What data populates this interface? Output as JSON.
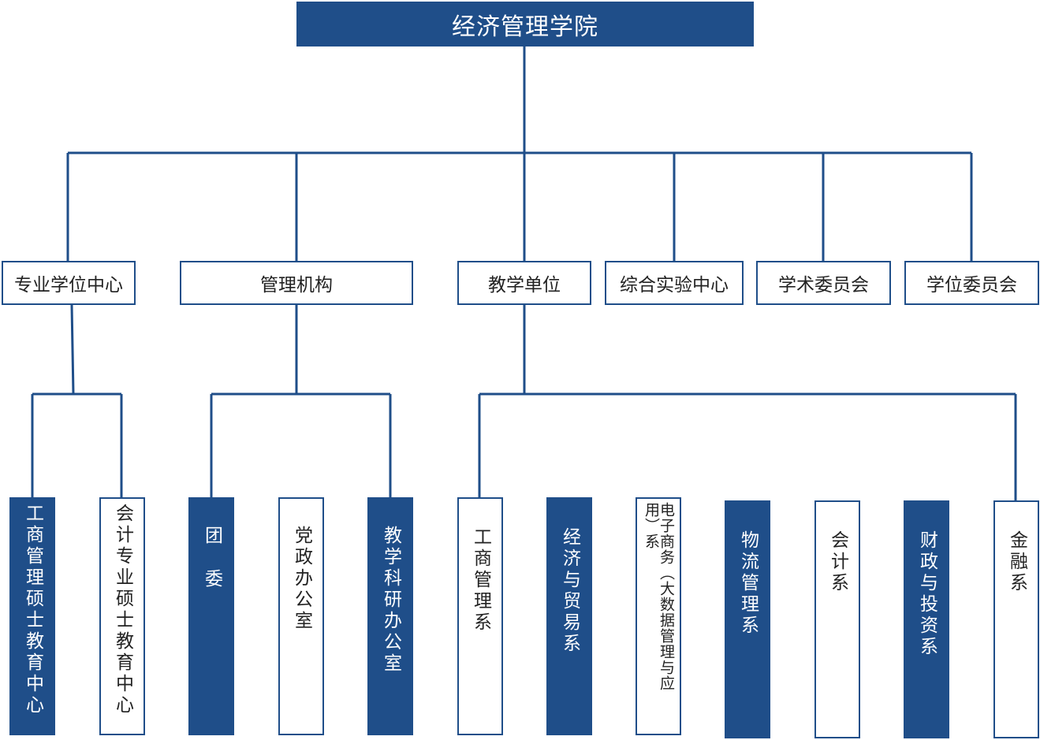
{
  "colors": {
    "primary": "#1f4e89",
    "background": "#ffffff",
    "text_dark": "#222222",
    "text_light": "#ffffff"
  },
  "root": {
    "label": "经济管理学院"
  },
  "level2": [
    {
      "id": "prof-degree",
      "label": "专业学位中心"
    },
    {
      "id": "admin",
      "label": "管理机构"
    },
    {
      "id": "teaching",
      "label": "教学单位"
    },
    {
      "id": "lab",
      "label": "综合实验中心"
    },
    {
      "id": "academic",
      "label": "学术委员会"
    },
    {
      "id": "degree",
      "label": "学位委员会"
    }
  ],
  "leaves": [
    {
      "label": "工商管理硕士教育中心",
      "parent": "专业学位中心",
      "filled": true
    },
    {
      "label": "会计专业硕士教育中心",
      "parent": "专业学位中心",
      "filled": false
    },
    {
      "label": "团委",
      "parent": "管理机构",
      "filled": true
    },
    {
      "label": "党政办公室",
      "parent": "管理机构",
      "filled": false
    },
    {
      "label": "教学科研办公室",
      "parent": "管理机构",
      "filled": true
    },
    {
      "label": "工商管理系",
      "parent": "教学单位",
      "filled": false
    },
    {
      "label": "经济与贸易系",
      "parent": "教学单位",
      "filled": true
    },
    {
      "label": "电子商务（大数据管理与应用）系",
      "parent": "教学单位",
      "filled": false
    },
    {
      "label": "物流管理系",
      "parent": "教学单位",
      "filled": true
    },
    {
      "label": "会计系",
      "parent": "教学单位",
      "filled": false
    },
    {
      "label": "财政与投资系",
      "parent": "教学单位",
      "filled": true
    },
    {
      "label": "金融系",
      "parent": "教学单位",
      "filled": false
    }
  ]
}
